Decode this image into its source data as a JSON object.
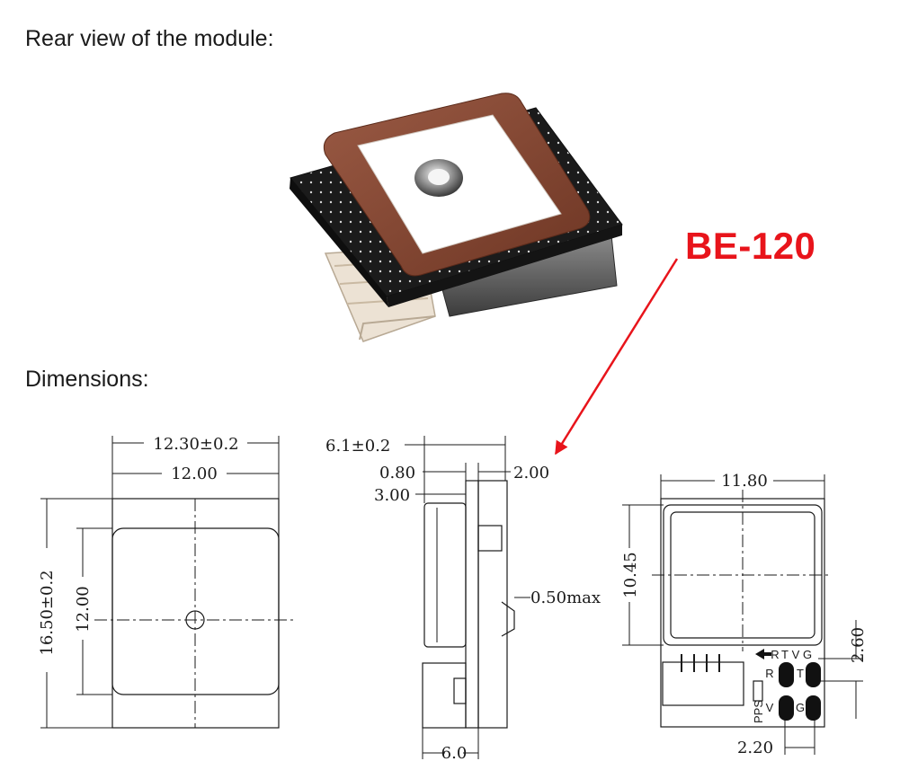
{
  "headings": {
    "rear_view": "Rear view of the module:",
    "dimensions": "Dimensions:"
  },
  "model_label": "BE-120",
  "colors": {
    "accent_red": "#e8141b",
    "antenna_frame": "#8b4a36",
    "pcb": "#1b1b1b"
  },
  "front_view": {
    "outer_width": "12.30±0.2",
    "inner_width": "12.00",
    "outer_height": "16.50±0.2",
    "inner_height": "12.00"
  },
  "side_view": {
    "total_depth": "6.1±0.2",
    "pcb_thickness": "0.80",
    "antenna_thickness": "3.00",
    "shield_thickness": "2.00",
    "bump_height": "0.50max",
    "connector_depth": "6.0"
  },
  "rear_view": {
    "width": "11.80",
    "shield_height": "10.45",
    "pad_height": "2.60",
    "pad_pitch": "2.20",
    "pin_labels_top": [
      "R",
      "T",
      "V",
      "G"
    ],
    "pad_labels": [
      "R",
      "T",
      "V",
      "G"
    ],
    "pps_label": "PPS"
  }
}
